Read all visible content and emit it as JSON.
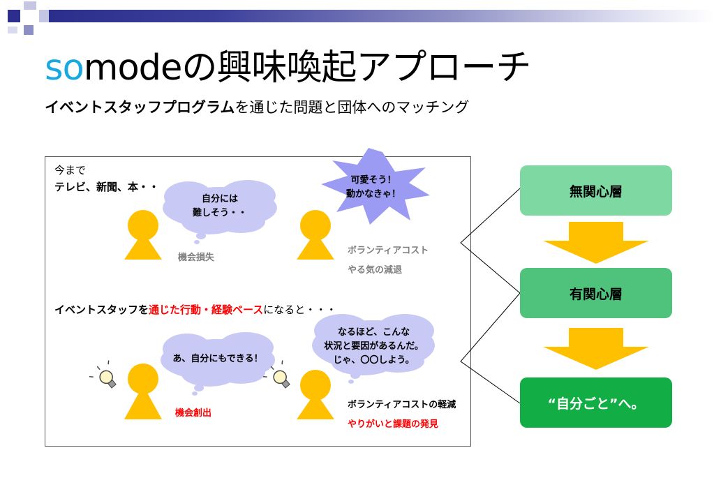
{
  "header": {
    "title_so": "so",
    "title_rest": "modeの興味喚起アプローチ",
    "subtitle_bold": "イベントスタッフプログラム",
    "subtitle_rest": "を通じた問題と団体へのマッチング"
  },
  "box": {
    "before_line1": "今まで",
    "before_line2": "テレビ、新聞、本・・",
    "cloud_left_1": "自分には",
    "cloud_left_2": "難しそう・・",
    "burst_1": "可愛そう！",
    "burst_2": "動かなきゃ！",
    "lost_opportunity": "機会損失",
    "volunteer_cost": "ボランティアコスト",
    "motivation_decline": "やる気の減退",
    "mid_prefix": "イベントスタッフを",
    "mid_highlight": "通じた行動・経験ベース",
    "mid_suffix": "になると・・・",
    "cloud_a": "あ、自分にもできる！",
    "cloud_b_1": "なるほど、こんな",
    "cloud_b_2": "状況と要因があるんだ。",
    "cloud_b_3": "じゃ、〇〇しよう。",
    "opportunity_created": "機会創出",
    "cost_reduced": "ボランティアコストの軽減",
    "discovery": "やりがいと課題の発見"
  },
  "stages": {
    "s1": "無関心層",
    "s2": "有関心層",
    "s3": "“自分ごと”へ。"
  },
  "colors": {
    "accent_blue": "#19a9e0",
    "person": "#ffc000",
    "cloud": "#c9c9f5",
    "stage1": "#7dd8a2",
    "stage2": "#4fc27c",
    "stage3": "#12ad45",
    "arrow": "#ffc000",
    "highlight_red": "#ff0000"
  },
  "icons": [
    "person-icon",
    "thought-cloud-icon",
    "burst-icon",
    "lightbulb-icon",
    "down-arrow-icon"
  ]
}
